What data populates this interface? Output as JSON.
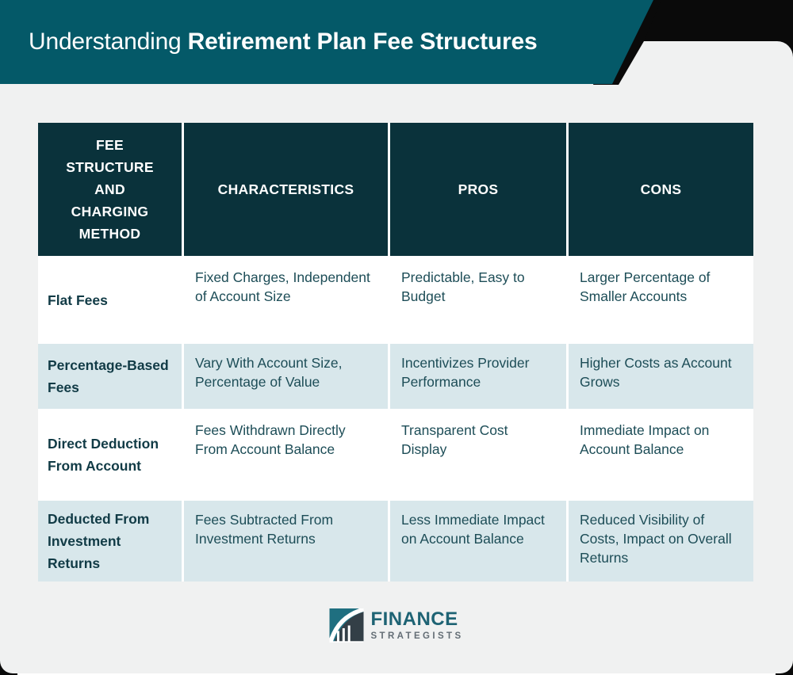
{
  "header": {
    "title_regular": "Understanding ",
    "title_bold": "Retirement Plan Fee Structures"
  },
  "table": {
    "columns": [
      "FEE STRUCTURE AND CHARGING METHOD",
      "CHARACTERISTICS",
      "PROS",
      "CONS"
    ],
    "rows": [
      {
        "method": "Flat Fees",
        "characteristics": "Fixed Charges, Independent of Account Size",
        "pros": "Predictable, Easy to Budget",
        "cons": "Larger Percentage of Smaller Accounts"
      },
      {
        "method": "Percentage-Based Fees",
        "characteristics": "Vary With Account Size, Percentage of Value",
        "pros": "Incentivizes Provider Performance",
        "cons": "Higher Costs as Account Grows"
      },
      {
        "method": "Direct Deduction From Account",
        "characteristics": "Fees Withdrawn Directly From Account Balance",
        "pros": "Transparent Cost Display",
        "cons": "Immediate Impact on Account Balance"
      },
      {
        "method": "Deducted From Investment Returns",
        "characteristics": "Fees Subtracted From Investment Returns",
        "pros": "Less Immediate Impact on Account Balance",
        "cons": "Reduced Visibility of Costs, Impact on Overall Returns"
      }
    ]
  },
  "footer": {
    "logo_icon": "bridge-chart-icon",
    "logo_primary": "FINANCE",
    "logo_secondary": "STRATEGISTS"
  },
  "colors": {
    "banner_teal": "#045968",
    "header_cell": "#0a323b",
    "alt_row": "#d8e7eb",
    "body_text": "#1d4d57",
    "method_text": "#113b46",
    "card_bg": "#f0f1f1",
    "shadow_black": "#0a0a0a",
    "logo_teal": "#1e6374",
    "logo_gray": "#636d75"
  }
}
